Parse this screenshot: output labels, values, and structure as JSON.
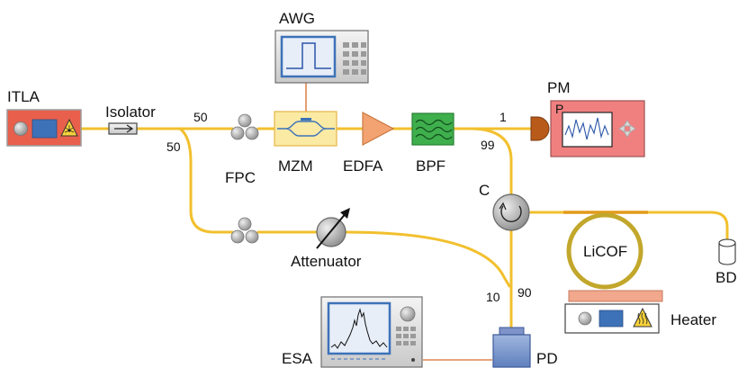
{
  "labels": {
    "itla": "ITLA",
    "isolator": "Isolator",
    "awg": "AWG",
    "fpc": "FPC",
    "mzm": "MZM",
    "edfa": "EDFA",
    "bpf": "BPF",
    "pm": "PM",
    "pm_screen_tag": "P",
    "circulator": "C",
    "licof": "LiCOF",
    "bd": "BD",
    "heater": "Heater",
    "attenuator": "Attenuator",
    "esa": "ESA",
    "pd": "PD",
    "split_upper": "50",
    "split_lower": "50",
    "tap_pm": "1",
    "tap_main": "99",
    "combiner_left": "10",
    "combiner_right": "90"
  },
  "colors": {
    "fiber": "#F2C02E",
    "fiber_dark": "#E39A1A",
    "laser_body": "#E8604C",
    "instrument_blue": "#3D72B8",
    "screen_bg": "#E7EEF8",
    "mzm_fill": "#FBEAA4",
    "edfa_fill": "#F3A372",
    "bpf_fill": "#3FAE4C",
    "pm_body": "#F08080",
    "detector_cap": "#B85A1A",
    "heater_pad": "#F2A88C",
    "rf_line": "#E0864F"
  },
  "icons": {
    "laser_warning": "laser-warning-icon",
    "heater_warning": "heat-warning-icon",
    "circulator": "circulator-arrow-icon",
    "attenuator": "variable-attenuator-icon"
  }
}
